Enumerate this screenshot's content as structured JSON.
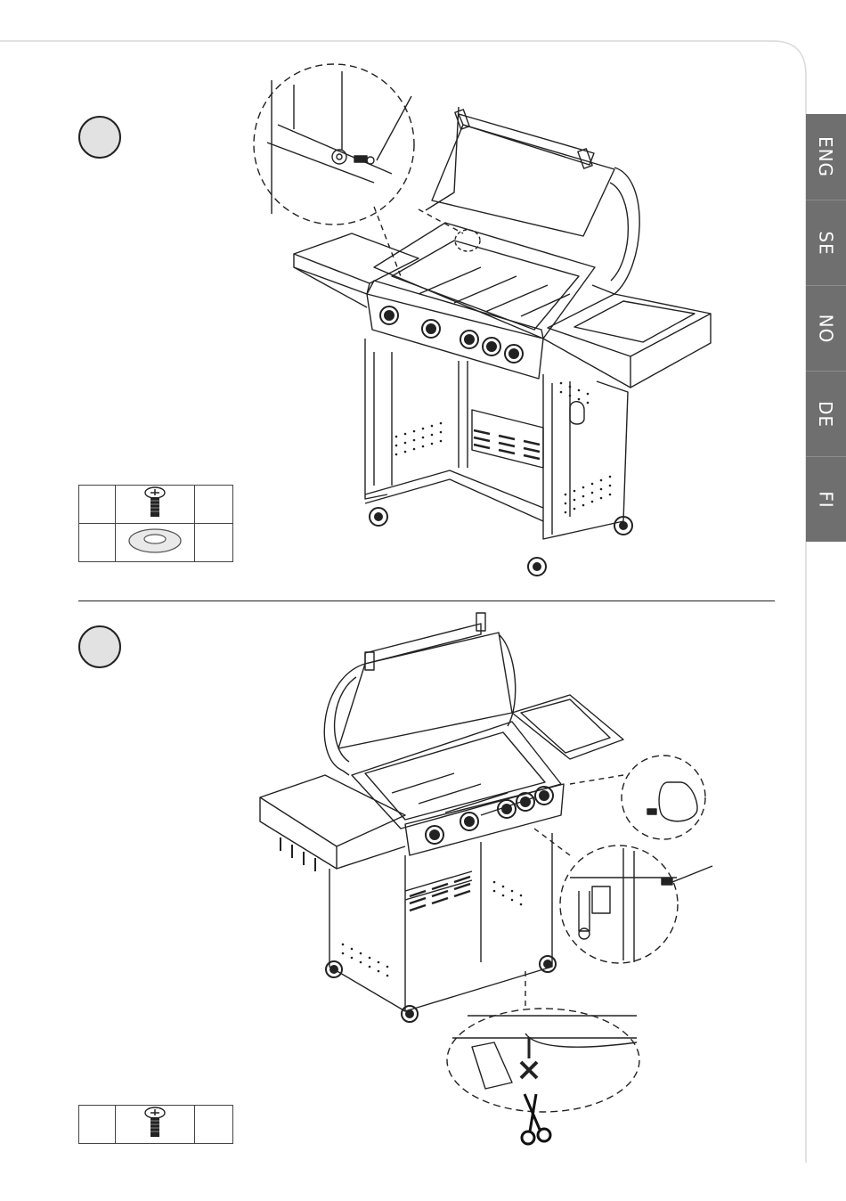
{
  "language_tabs": [
    {
      "label": "ENG",
      "active": true
    },
    {
      "label": "SE",
      "active": false
    },
    {
      "label": "NO",
      "active": false
    },
    {
      "label": "DE",
      "active": false
    },
    {
      "label": "FI",
      "active": false
    }
  ],
  "steps": [
    {
      "illustration": "grill-lid-open-front-view-with-side-shelves",
      "detail_callouts": [
        "lid-hinge-bolt-and-washer-detail"
      ],
      "parts": [
        {
          "icon": "screw-icon",
          "qty": "",
          "code": ""
        },
        {
          "icon": "washer-icon",
          "qty": "",
          "code": ""
        }
      ]
    },
    {
      "illustration": "grill-lid-open-side-view-with-gas-tank-door",
      "detail_callouts": [
        "door-handle-screw-detail",
        "regulator-bracket-screw-detail",
        "cut-cable-tie-detail"
      ],
      "parts": [
        {
          "icon": "screw-icon",
          "qty": "",
          "code": ""
        }
      ]
    }
  ],
  "colors": {
    "tab_background": "#6f6f6f",
    "tab_text": "#ffffff",
    "step_circle_fill": "#e2e2e2",
    "line_art": "#222222"
  }
}
